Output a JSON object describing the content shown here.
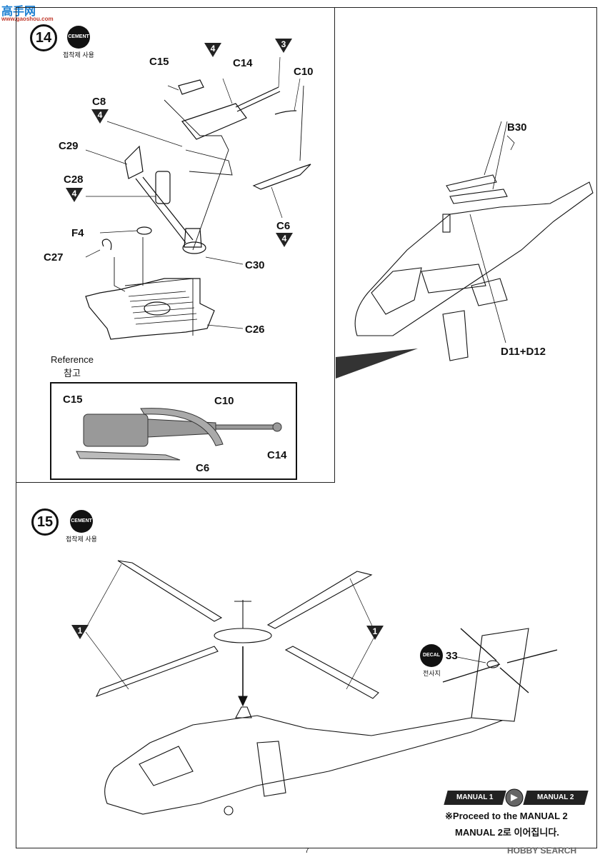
{
  "watermark_top": {
    "brand": "高手网",
    "site": "www.gaoshou.com"
  },
  "watermark_bottom": "HOBBY SEARCH",
  "page_number": "7",
  "cement_label": "CEMENT",
  "cement_kr": "접착제 사용",
  "decal_label": "DECAL",
  "decal_kr": "전사지",
  "step14": {
    "number": "14",
    "parts": {
      "c15": "C15",
      "c14": "C14",
      "c10": "C10",
      "c8": "C8",
      "c29": "C29",
      "c28": "C28",
      "f4": "F4",
      "c27": "C27",
      "c30": "C30",
      "c26": "C26",
      "c6": "C6"
    },
    "markers": {
      "m_c14": "4",
      "m_3": "3",
      "m_c8": "4",
      "m_c28": "4",
      "m_c6": "4"
    },
    "reference": {
      "title": "Reference",
      "title_kr": "참고",
      "labels": {
        "c15": "C15",
        "c10": "C10",
        "c14": "C14",
        "c6": "C6"
      }
    },
    "side_labels": {
      "b30": "B30",
      "d11": "D11+D12"
    }
  },
  "step15": {
    "number": "15",
    "markers": {
      "left": "1",
      "right": "1"
    },
    "decal_number": "33"
  },
  "manual_nav": {
    "manual1": "MANUAL 1",
    "manual2": "MANUAL 2",
    "proceed_en": "※Proceed to the MANUAL 2",
    "proceed_kr": "MANUAL 2로 이어집니다."
  }
}
